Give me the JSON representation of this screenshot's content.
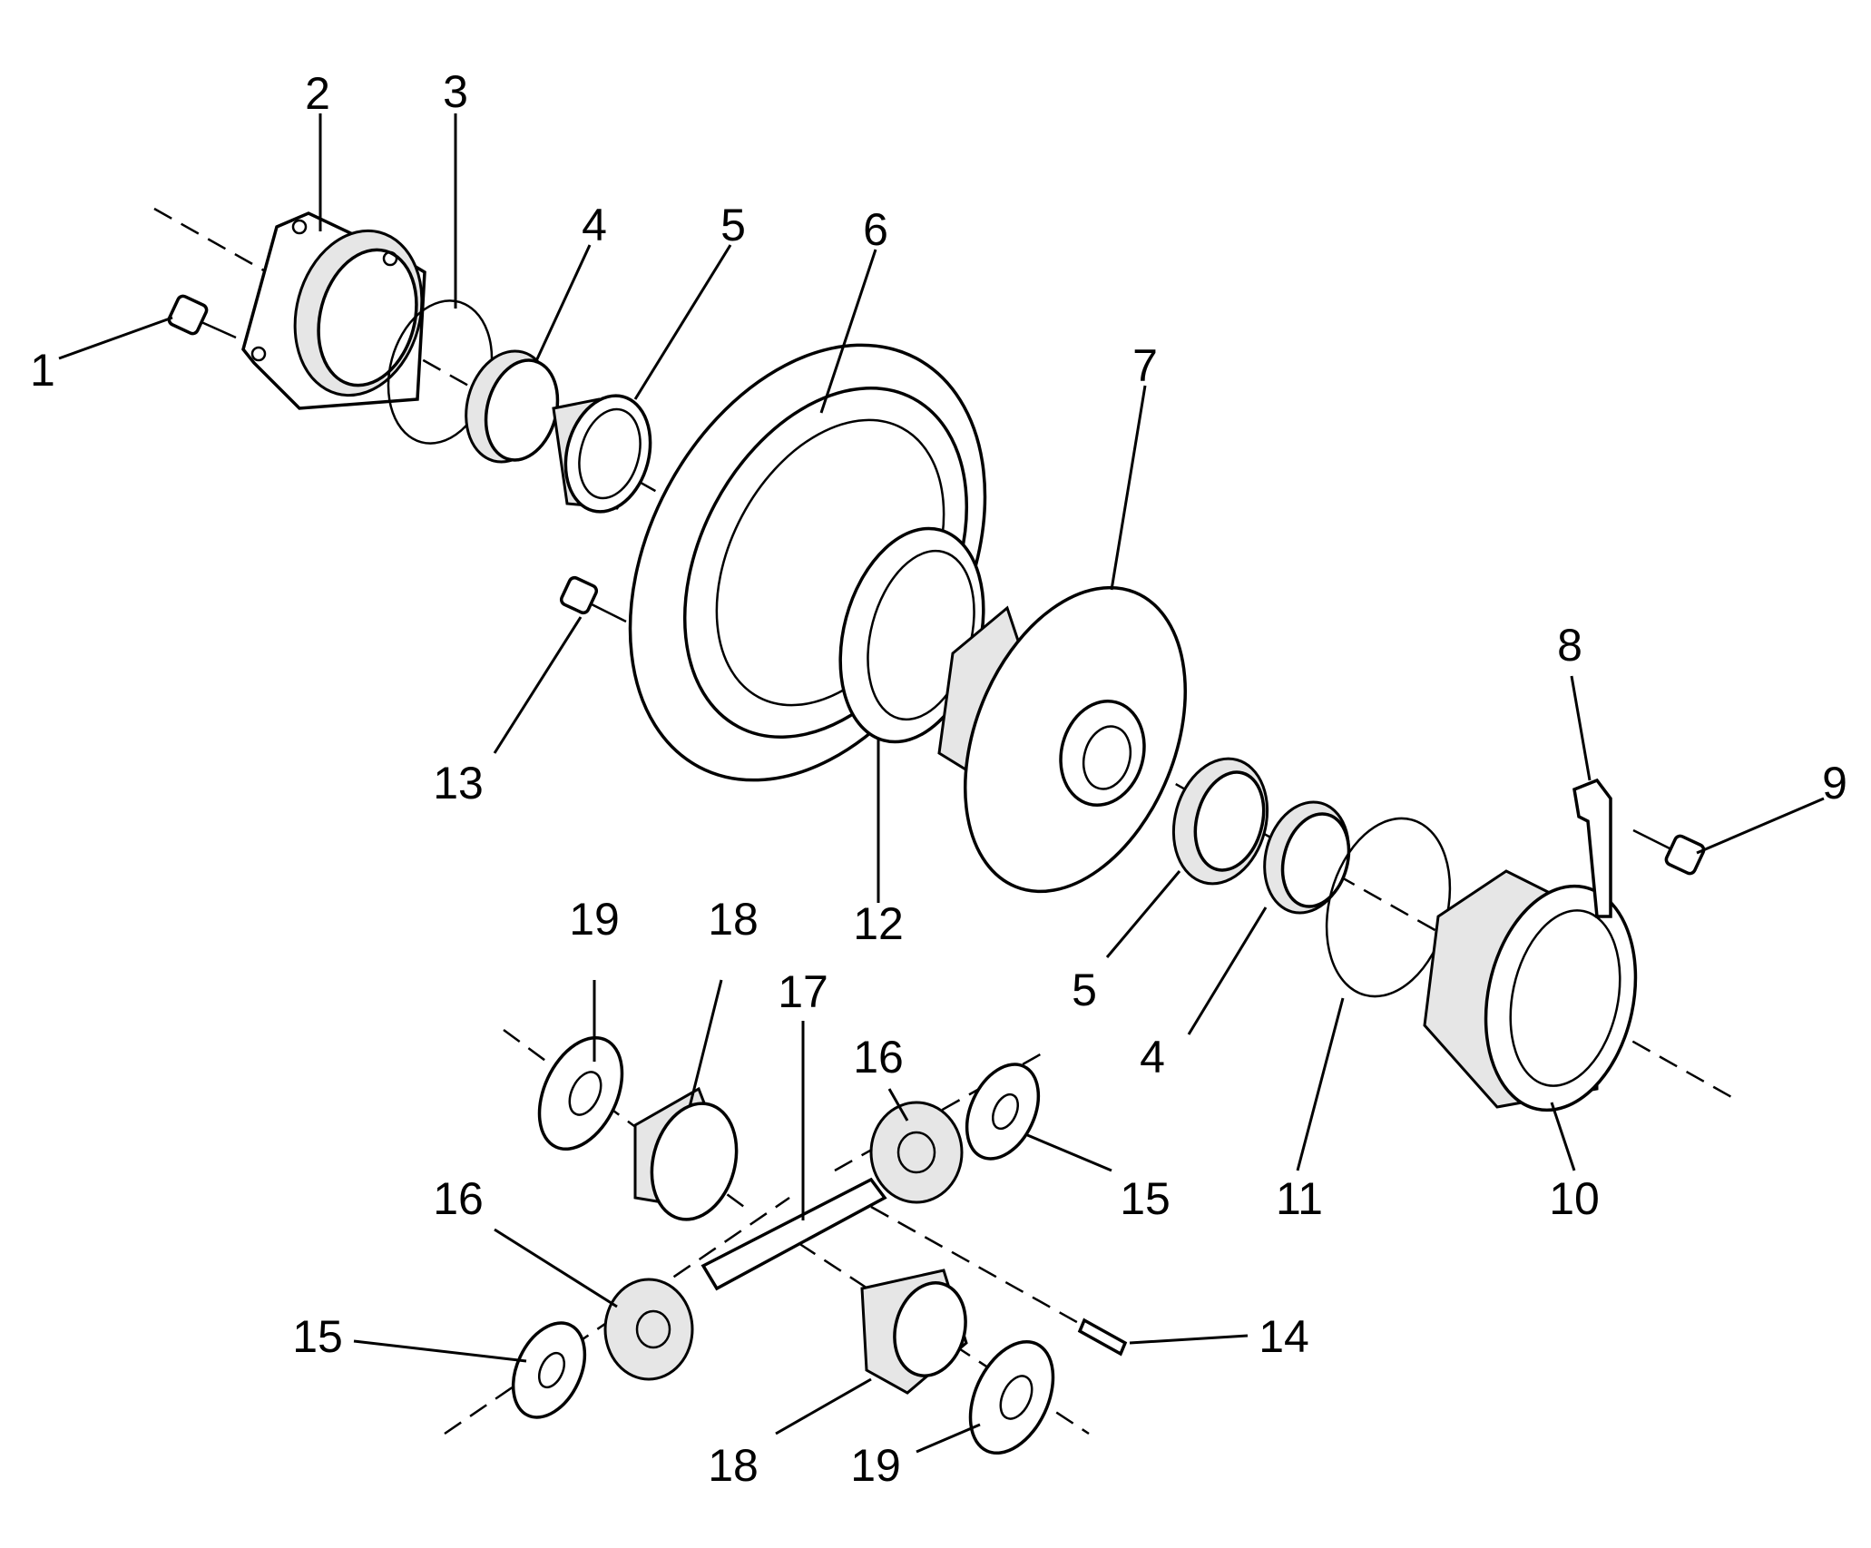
{
  "diagram": {
    "type": "exploded-view parts diagram",
    "callouts": [
      {
        "id": "c1",
        "label": "1"
      },
      {
        "id": "c2",
        "label": "2"
      },
      {
        "id": "c3",
        "label": "3"
      },
      {
        "id": "c4a",
        "label": "4"
      },
      {
        "id": "c5a",
        "label": "5"
      },
      {
        "id": "c6",
        "label": "6"
      },
      {
        "id": "c7",
        "label": "7"
      },
      {
        "id": "c8",
        "label": "8"
      },
      {
        "id": "c9",
        "label": "9"
      },
      {
        "id": "c13",
        "label": "13"
      },
      {
        "id": "c12",
        "label": "12"
      },
      {
        "id": "c5b",
        "label": "5"
      },
      {
        "id": "c4b",
        "label": "4"
      },
      {
        "id": "c11",
        "label": "11"
      },
      {
        "id": "c10",
        "label": "10"
      },
      {
        "id": "c19a",
        "label": "19"
      },
      {
        "id": "c18a",
        "label": "18"
      },
      {
        "id": "c17",
        "label": "17"
      },
      {
        "id": "c16a",
        "label": "16"
      },
      {
        "id": "c15a",
        "label": "15"
      },
      {
        "id": "c16b",
        "label": "16"
      },
      {
        "id": "c15b",
        "label": "15"
      },
      {
        "id": "c14",
        "label": "14"
      },
      {
        "id": "c18b",
        "label": "18"
      },
      {
        "id": "c19b",
        "label": "19"
      }
    ]
  }
}
